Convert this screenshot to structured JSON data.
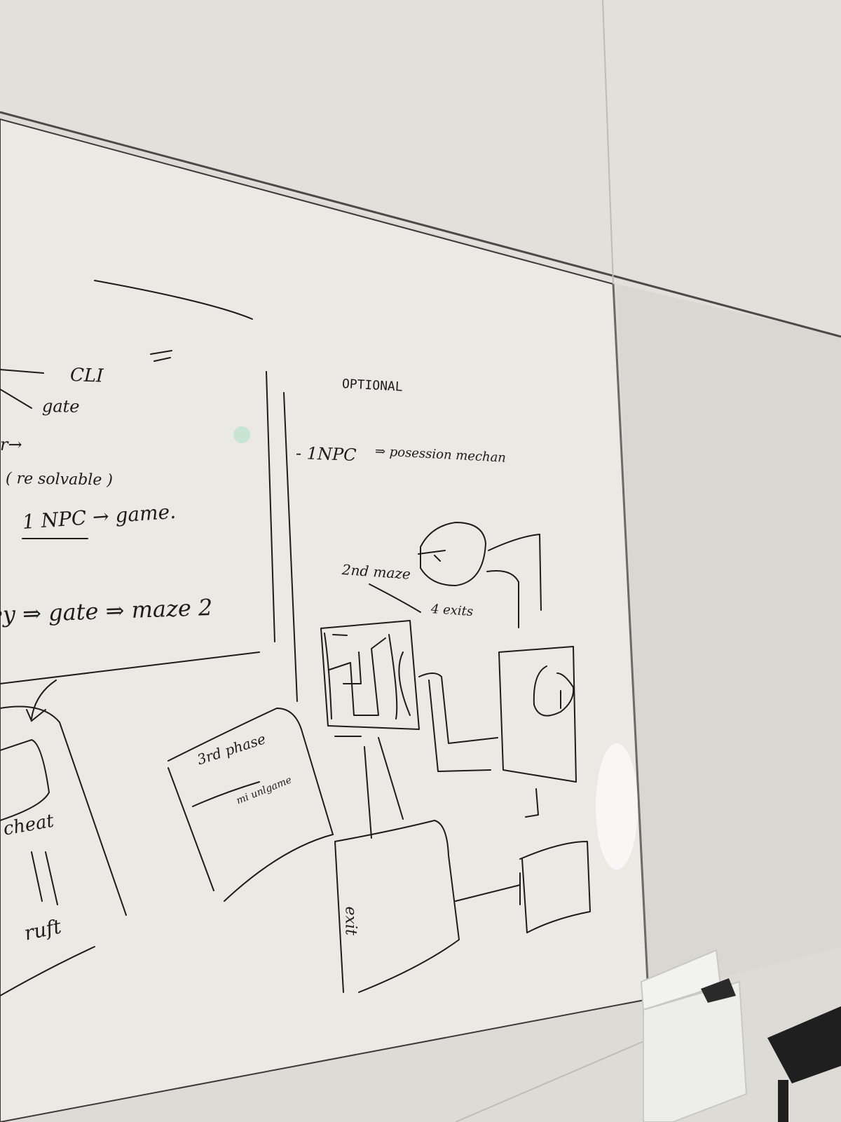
{
  "colors": {
    "wall": "#dcdbd5",
    "board": "#e9e8e3",
    "board_shadow": "#d6d5cf",
    "ink": "#1c1c1c",
    "frame": "#3a3a3a",
    "holder": "#f2f2f0",
    "bench": "#1f1f1f"
  },
  "left_panel": {
    "cli": "CLI",
    "gate": "gate",
    "arrow": "r→",
    "solvable": "( re solvable )",
    "npc_line": "1 NPC → game.",
    "key_line": "ey ⇒ gate ⇒ maze 2",
    "cheat": "cheat",
    "bottom_word": "ruft"
  },
  "right_panel": {
    "optional": "OPTIONAL",
    "npc_line": "- 1NPC",
    "possession": "⇒ posession mechan",
    "second_maze": "2nd maze",
    "four_exits": "4 exits",
    "third_phase": "3rd phase",
    "third_phase_note": "mi unlgame",
    "exit_label": "exit"
  }
}
